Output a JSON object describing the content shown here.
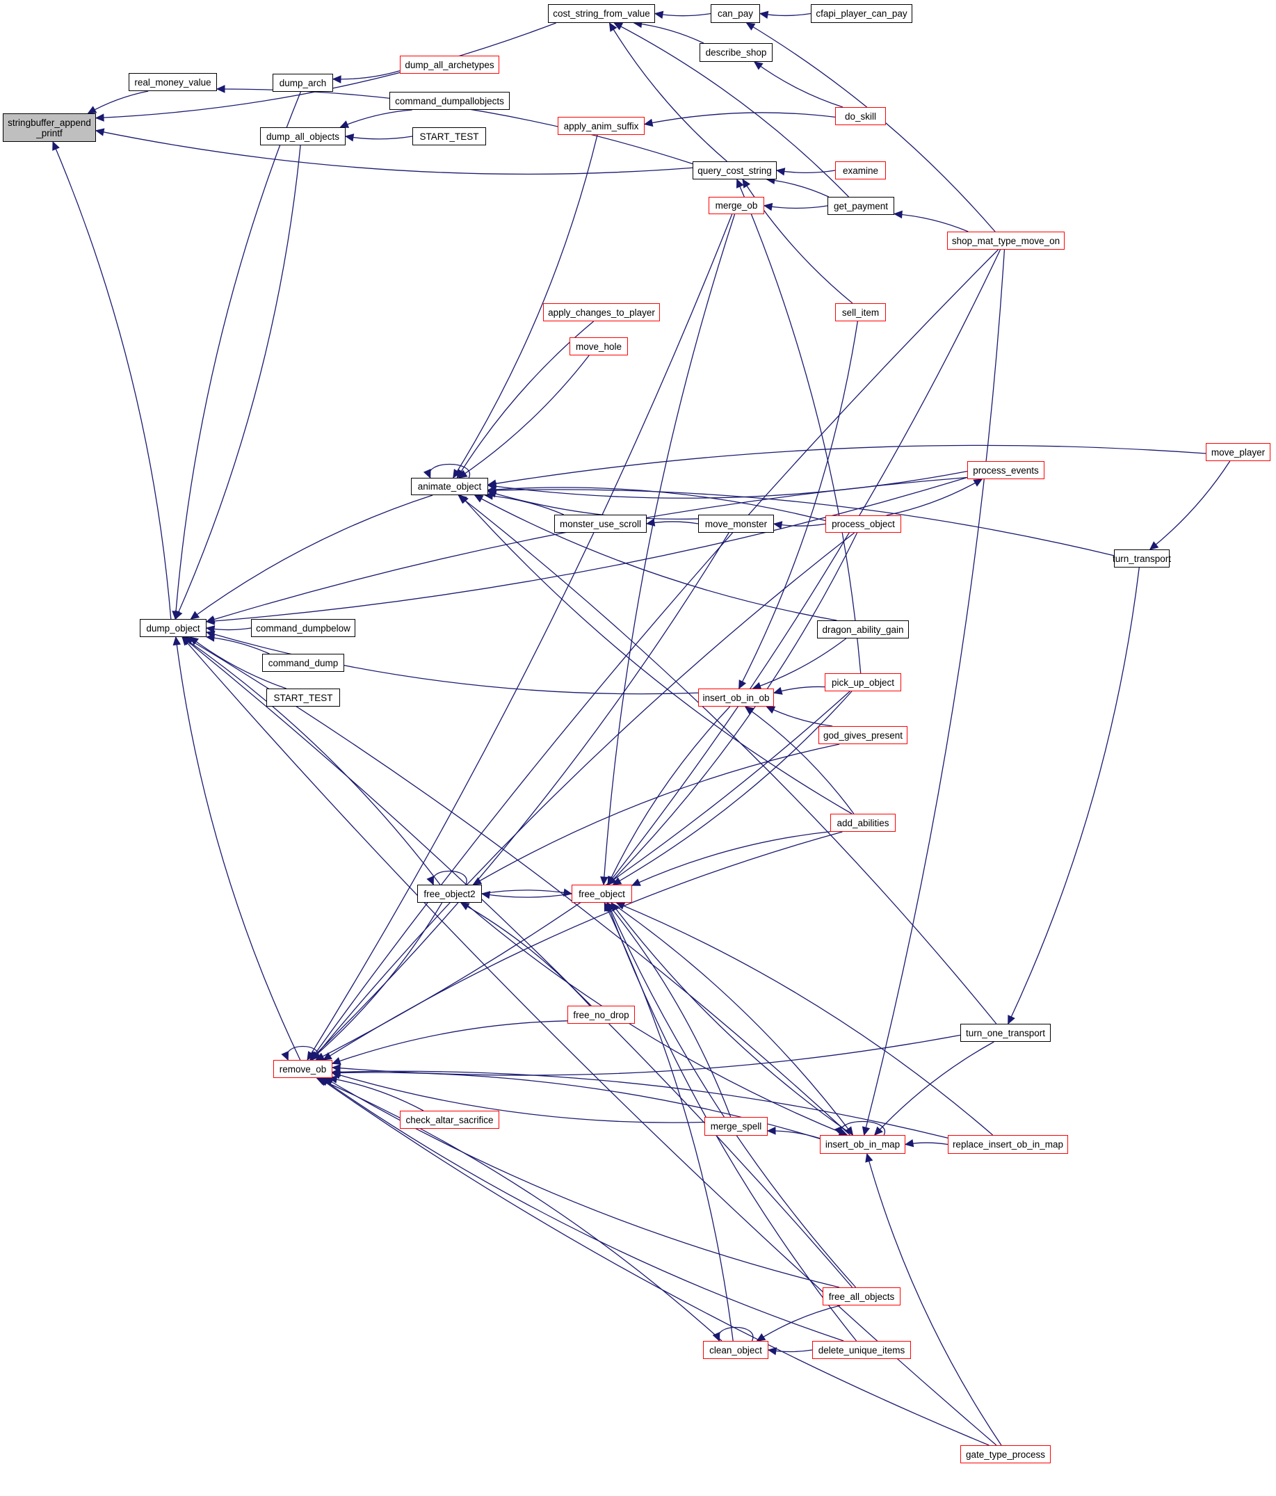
{
  "graph": {
    "title": "Caller graph",
    "focus_node": "stringbuffer_append_printf",
    "colors": {
      "edge": "#191970",
      "focus_fill": "#bfbfbf",
      "truncated_border": "#ff0000",
      "normal_border": "#000000"
    },
    "legend_meaning": {
      "red_border": "node has more callers not shown",
      "gray_fill": "focus function"
    },
    "nodes": [
      {
        "id": "stringbuffer_append_printf",
        "label": "stringbuffer_append\n_printf",
        "focus": true,
        "truncated": false
      },
      {
        "id": "real_money_value",
        "label": "real_money_value",
        "truncated": false
      },
      {
        "id": "cost_string_from_value",
        "label": "cost_string_from_value",
        "truncated": false
      },
      {
        "id": "can_pay",
        "label": "can_pay",
        "truncated": false
      },
      {
        "id": "cfapi_player_can_pay",
        "label": "cfapi_player_can_pay",
        "truncated": false
      },
      {
        "id": "describe_shop",
        "label": "describe_shop",
        "truncated": false
      },
      {
        "id": "dump_arch",
        "label": "dump_arch",
        "truncated": false
      },
      {
        "id": "dump_all_archetypes",
        "label": "dump_all_archetypes",
        "truncated": true
      },
      {
        "id": "command_dumpallobjects",
        "label": "command_dumpallobjects",
        "truncated": false
      },
      {
        "id": "dump_all_objects",
        "label": "dump_all_objects",
        "truncated": false
      },
      {
        "id": "START_TEST_1",
        "label": "START_TEST",
        "truncated": false
      },
      {
        "id": "apply_anim_suffix",
        "label": "apply_anim_suffix",
        "truncated": true
      },
      {
        "id": "do_skill",
        "label": "do_skill",
        "truncated": true
      },
      {
        "id": "query_cost_string",
        "label": "query_cost_string",
        "truncated": false
      },
      {
        "id": "examine",
        "label": "examine",
        "truncated": true
      },
      {
        "id": "merge_ob",
        "label": "merge_ob",
        "truncated": true
      },
      {
        "id": "get_payment",
        "label": "get_payment",
        "truncated": false
      },
      {
        "id": "shop_mat_type_move_on",
        "label": "shop_mat_type_move_on",
        "truncated": true
      },
      {
        "id": "sell_item",
        "label": "sell_item",
        "truncated": true
      },
      {
        "id": "apply_changes_to_player",
        "label": "apply_changes_to_player",
        "truncated": true
      },
      {
        "id": "move_hole",
        "label": "move_hole",
        "truncated": true
      },
      {
        "id": "process_events",
        "label": "process_events",
        "truncated": true
      },
      {
        "id": "move_player",
        "label": "move_player",
        "truncated": true
      },
      {
        "id": "animate_object",
        "label": "animate_object",
        "truncated": false
      },
      {
        "id": "monster_use_scroll",
        "label": "monster_use_scroll",
        "truncated": false
      },
      {
        "id": "move_monster",
        "label": "move_monster",
        "truncated": false
      },
      {
        "id": "process_object",
        "label": "process_object",
        "truncated": true
      },
      {
        "id": "turn_transport",
        "label": "turn_transport",
        "truncated": false
      },
      {
        "id": "dump_object",
        "label": "dump_object",
        "truncated": false
      },
      {
        "id": "command_dumpbelow",
        "label": "command_dumpbelow",
        "truncated": false
      },
      {
        "id": "dragon_ability_gain",
        "label": "dragon_ability_gain",
        "truncated": false
      },
      {
        "id": "command_dump",
        "label": "command_dump",
        "truncated": false
      },
      {
        "id": "START_TEST_2",
        "label": "START_TEST",
        "truncated": false
      },
      {
        "id": "insert_ob_in_ob",
        "label": "insert_ob_in_ob",
        "truncated": true
      },
      {
        "id": "pick_up_object",
        "label": "pick_up_object",
        "truncated": true
      },
      {
        "id": "god_gives_present",
        "label": "god_gives_present",
        "truncated": true
      },
      {
        "id": "add_abilities",
        "label": "add_abilities",
        "truncated": true
      },
      {
        "id": "free_object2",
        "label": "free_object2",
        "truncated": false
      },
      {
        "id": "free_object",
        "label": "free_object",
        "truncated": true
      },
      {
        "id": "free_no_drop",
        "label": "free_no_drop",
        "truncated": true
      },
      {
        "id": "turn_one_transport",
        "label": "turn_one_transport",
        "truncated": false
      },
      {
        "id": "remove_ob",
        "label": "remove_ob",
        "truncated": true
      },
      {
        "id": "check_altar_sacrifice",
        "label": "check_altar_sacrifice",
        "truncated": true
      },
      {
        "id": "merge_spell",
        "label": "merge_spell",
        "truncated": true
      },
      {
        "id": "insert_ob_in_map",
        "label": "insert_ob_in_map",
        "truncated": true
      },
      {
        "id": "replace_insert_ob_in_map",
        "label": "replace_insert_ob_in_map",
        "truncated": true
      },
      {
        "id": "free_all_objects",
        "label": "free_all_objects",
        "truncated": true
      },
      {
        "id": "clean_object",
        "label": "clean_object",
        "truncated": true
      },
      {
        "id": "delete_unique_items",
        "label": "delete_unique_items",
        "truncated": true
      },
      {
        "id": "gate_type_process",
        "label": "gate_type_process",
        "truncated": true
      }
    ],
    "edges": [
      [
        "cost_string_from_value",
        "stringbuffer_append_printf"
      ],
      [
        "real_money_value",
        "stringbuffer_append_printf"
      ],
      [
        "query_cost_string",
        "stringbuffer_append_printf"
      ],
      [
        "dump_object",
        "stringbuffer_append_printf"
      ],
      [
        "can_pay",
        "cost_string_from_value"
      ],
      [
        "describe_shop",
        "cost_string_from_value"
      ],
      [
        "query_cost_string",
        "cost_string_from_value"
      ],
      [
        "get_payment",
        "cost_string_from_value"
      ],
      [
        "cfapi_player_can_pay",
        "can_pay"
      ],
      [
        "shop_mat_type_move_on",
        "can_pay"
      ],
      [
        "do_skill",
        "describe_shop"
      ],
      [
        "query_cost_string",
        "real_money_value"
      ],
      [
        "dump_all_archetypes",
        "dump_arch"
      ],
      [
        "command_dumpallobjects",
        "dump_all_objects"
      ],
      [
        "START_TEST_1",
        "dump_all_objects"
      ],
      [
        "dump_arch",
        "dump_object"
      ],
      [
        "dump_all_objects",
        "dump_object"
      ],
      [
        "do_skill",
        "apply_anim_suffix"
      ],
      [
        "examine",
        "query_cost_string"
      ],
      [
        "get_payment",
        "query_cost_string"
      ],
      [
        "sell_item",
        "query_cost_string"
      ],
      [
        "pick_up_object",
        "query_cost_string"
      ],
      [
        "get_payment",
        "merge_ob"
      ],
      [
        "shop_mat_type_move_on",
        "get_payment"
      ],
      [
        "apply_anim_suffix",
        "animate_object"
      ],
      [
        "apply_changes_to_player",
        "animate_object"
      ],
      [
        "move_hole",
        "animate_object"
      ],
      [
        "move_player",
        "animate_object"
      ],
      [
        "process_events",
        "animate_object"
      ],
      [
        "process_object",
        "animate_object"
      ],
      [
        "dragon_ability_gain",
        "animate_object"
      ],
      [
        "monster_use_scroll",
        "animate_object"
      ],
      [
        "move_monster",
        "animate_object"
      ],
      [
        "turn_transport",
        "animate_object"
      ],
      [
        "add_abilities",
        "animate_object"
      ],
      [
        "turn_one_transport",
        "animate_object"
      ],
      [
        "animate_object",
        "animate_object"
      ],
      [
        "move_monster",
        "monster_use_scroll"
      ],
      [
        "process_object",
        "move_monster"
      ],
      [
        "process_object",
        "process_events"
      ],
      [
        "move_player",
        "turn_transport"
      ],
      [
        "animate_object",
        "dump_object"
      ],
      [
        "command_dumpbelow",
        "dump_object"
      ],
      [
        "command_dump",
        "dump_object"
      ],
      [
        "START_TEST_2",
        "dump_object"
      ],
      [
        "process_events",
        "dump_object"
      ],
      [
        "insert_ob_in_ob",
        "dump_object"
      ],
      [
        "free_object2",
        "dump_object"
      ],
      [
        "remove_ob",
        "dump_object"
      ],
      [
        "insert_ob_in_map",
        "dump_object"
      ],
      [
        "gate_type_process",
        "dump_object"
      ],
      [
        "free_all_objects",
        "dump_object"
      ],
      [
        "dragon_ability_gain",
        "insert_ob_in_ob"
      ],
      [
        "pick_up_object",
        "insert_ob_in_ob"
      ],
      [
        "god_gives_present",
        "insert_ob_in_ob"
      ],
      [
        "add_abilities",
        "insert_ob_in_ob"
      ],
      [
        "sell_item",
        "insert_ob_in_ob"
      ],
      [
        "free_object2",
        "free_object2"
      ],
      [
        "free_object",
        "free_object2"
      ],
      [
        "god_gives_present",
        "free_object2"
      ],
      [
        "free_object2",
        "free_object"
      ],
      [
        "merge_ob",
        "free_object"
      ],
      [
        "process_object",
        "free_object"
      ],
      [
        "insert_ob_in_ob",
        "free_object"
      ],
      [
        "pick_up_object",
        "free_object"
      ],
      [
        "add_abilities",
        "free_object"
      ],
      [
        "shop_mat_type_move_on",
        "free_object"
      ],
      [
        "merge_spell",
        "free_object"
      ],
      [
        "insert_ob_in_map",
        "free_object"
      ],
      [
        "replace_insert_ob_in_map",
        "free_object"
      ],
      [
        "free_all_objects",
        "free_object"
      ],
      [
        "clean_object",
        "free_object"
      ],
      [
        "delete_unique_items",
        "free_object"
      ],
      [
        "free_no_drop",
        "free_object2"
      ],
      [
        "turn_transport",
        "turn_one_transport"
      ],
      [
        "remove_ob",
        "remove_ob"
      ],
      [
        "merge_ob",
        "remove_ob"
      ],
      [
        "shop_mat_type_move_on",
        "remove_ob"
      ],
      [
        "move_monster",
        "remove_ob"
      ],
      [
        "process_object",
        "remove_ob"
      ],
      [
        "pick_up_object",
        "remove_ob"
      ],
      [
        "add_abilities",
        "remove_ob"
      ],
      [
        "free_object2",
        "remove_ob"
      ],
      [
        "free_no_drop",
        "remove_ob"
      ],
      [
        "turn_one_transport",
        "remove_ob"
      ],
      [
        "check_altar_sacrifice",
        "remove_ob"
      ],
      [
        "merge_spell",
        "remove_ob"
      ],
      [
        "insert_ob_in_map",
        "remove_ob"
      ],
      [
        "free_all_objects",
        "remove_ob"
      ],
      [
        "clean_object",
        "remove_ob"
      ],
      [
        "delete_unique_items",
        "remove_ob"
      ],
      [
        "replace_insert_ob_in_map",
        "remove_ob"
      ],
      [
        "gate_type_process",
        "remove_ob"
      ],
      [
        "insert_ob_in_map",
        "merge_spell"
      ],
      [
        "insert_ob_in_map",
        "insert_ob_in_map"
      ],
      [
        "replace_insert_ob_in_map",
        "insert_ob_in_map"
      ],
      [
        "gate_type_process",
        "insert_ob_in_map"
      ],
      [
        "turn_one_transport",
        "insert_ob_in_map"
      ],
      [
        "shop_mat_type_move_on",
        "insert_ob_in_map"
      ],
      [
        "free_object2",
        "insert_ob_in_map"
      ],
      [
        "free_object",
        "insert_ob_in_map"
      ],
      [
        "free_all_objects",
        "clean_object"
      ],
      [
        "delete_unique_items",
        "clean_object"
      ],
      [
        "clean_object",
        "clean_object"
      ],
      [
        "process_events",
        "dump_object"
      ]
    ]
  }
}
